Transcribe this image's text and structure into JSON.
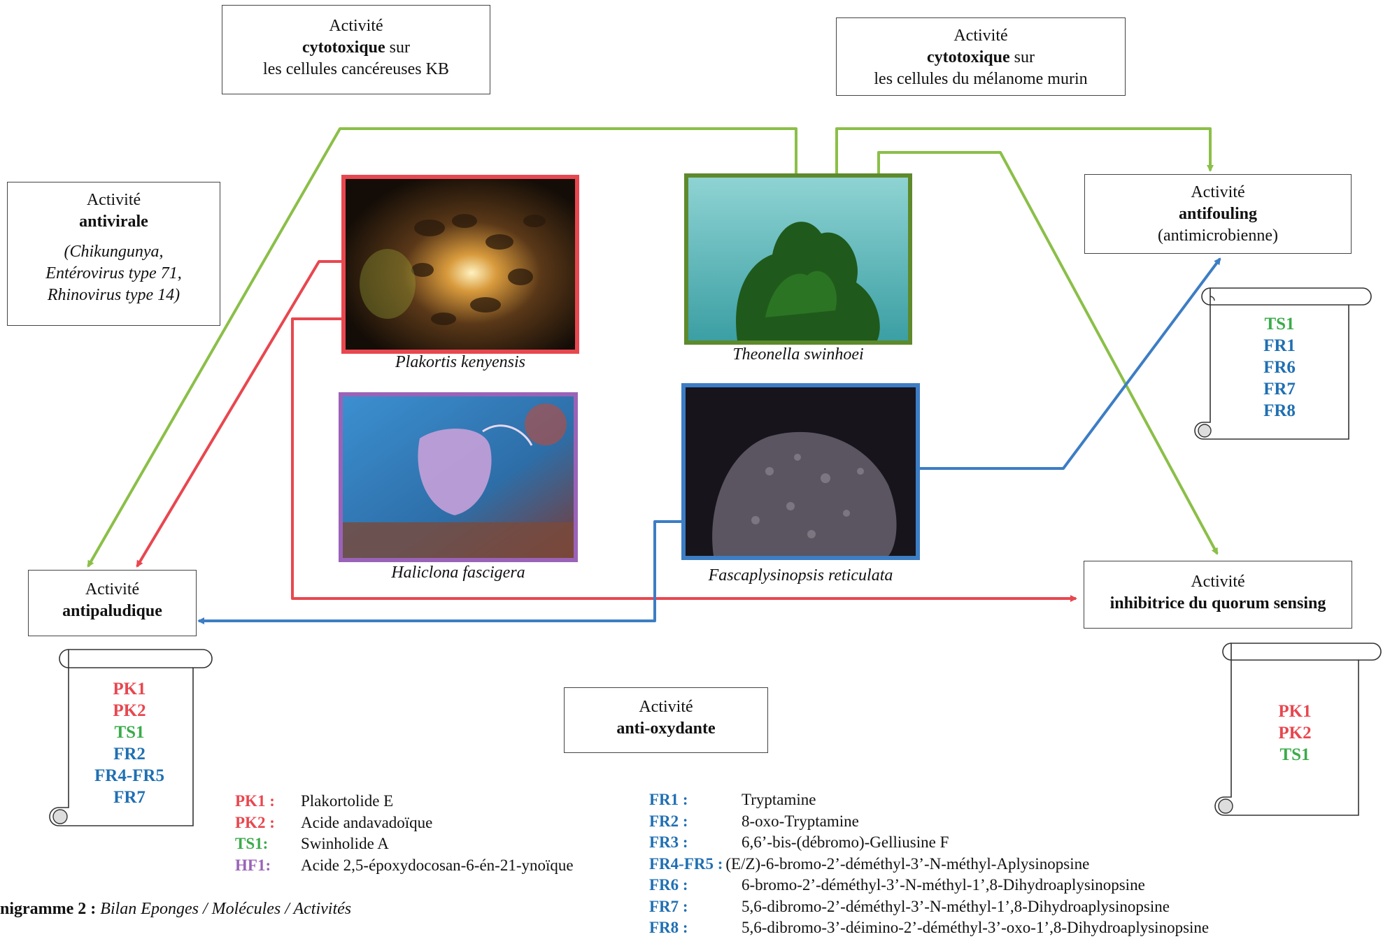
{
  "colors": {
    "plakortis": "#e8474f",
    "theonella": "#5e8a2c",
    "haliclona": "#9a63b8",
    "fascaplysinopsis": "#3d7dc4",
    "arrow_green": "#8bbf48",
    "arrow_red": "#e8474f",
    "arrow_blue": "#3d7dc4"
  },
  "boxes": {
    "cyto_kb": {
      "line1": "Activité",
      "bold": "cytotoxique",
      "after_bold": " sur",
      "line3": "les cellules cancéreuses KB"
    },
    "cyto_melanome": {
      "line1": "Activité",
      "bold": "cytotoxique",
      "after_bold": " sur",
      "line3": "les cellules du mélanome murin"
    },
    "antivirale": {
      "line1": "Activité",
      "bold": "antivirale",
      "italic1": "(Chikungunya,",
      "italic2": "Entérovirus type 71,",
      "italic3": "Rhinovirus type 14)"
    },
    "antifouling": {
      "line1": "Activité",
      "bold": "antifouling",
      "line3": "(antimicrobienne)"
    },
    "antipaludique": {
      "line1": "Activité",
      "bold": "antipaludique"
    },
    "quorum": {
      "line1": "Activité",
      "bold": "inhibitrice du quorum sensing"
    },
    "antioxydante": {
      "line1": "Activité",
      "bold": "anti-oxydante"
    }
  },
  "sponges": {
    "plakortis": "Plakortis kenyensis",
    "theonella": "Theonella swinhoei",
    "haliclona": "Haliclona fascigera",
    "fascaplysinopsis": "Fascaplysinopsis reticulata"
  },
  "scrolls": {
    "antifouling": [
      {
        "code": "TS1",
        "color": "green"
      },
      {
        "code": "FR1",
        "color": "blue"
      },
      {
        "code": "FR6",
        "color": "blue"
      },
      {
        "code": "FR7",
        "color": "blue"
      },
      {
        "code": "FR8",
        "color": "blue"
      }
    ],
    "antipaludique": [
      {
        "code": "PK1",
        "color": "red"
      },
      {
        "code": "PK2",
        "color": "red"
      },
      {
        "code": "TS1",
        "color": "green"
      },
      {
        "code": "FR2",
        "color": "blue"
      },
      {
        "code": "FR4-FR5",
        "color": "blue"
      },
      {
        "code": "FR7",
        "color": "blue"
      }
    ],
    "quorum": [
      {
        "code": "PK1",
        "color": "red"
      },
      {
        "code": "PK2",
        "color": "red"
      },
      {
        "code": "TS1",
        "color": "green"
      }
    ]
  },
  "legend_left": [
    {
      "code": "PK1 :",
      "color": "red",
      "name": "Plakortolide E"
    },
    {
      "code": "PK2 :",
      "color": "red",
      "name": "Acide andavadoïque"
    },
    {
      "code": "TS1:",
      "color": "green",
      "name": "Swinholide A"
    },
    {
      "code": "HF1:",
      "color": "purple",
      "name": "Acide 2,5-époxydocosan-6-én-21-ynoïque"
    }
  ],
  "legend_right": [
    {
      "code": "FR1 :",
      "name": "Tryptamine"
    },
    {
      "code": "FR2 :",
      "name": "8-oxo-Tryptamine"
    },
    {
      "code": "FR3 :",
      "name": "6,6’-bis-(débromo)-Gelliusine F"
    },
    {
      "code": "FR4-FR5 :",
      "name": "(E/Z)-6-bromo-2’-déméthyl-3’-N-méthyl-Aplysinopsine"
    },
    {
      "code": "FR6 :",
      "name": "6-bromo-2’-déméthyl-3’-N-méthyl-1’,8-Dihydroaplysinopsine"
    },
    {
      "code": "FR7 :",
      "name": "5,6-dibromo-2’-déméthyl-3’-N-méthyl-1’,8-Dihydroaplysinopsine"
    },
    {
      "code": "FR8 :",
      "name": "5,6-dibromo-3’-déimino-2’-déméthyl-3’-oxo-1’,8-Dihydroaplysinopsine"
    }
  ],
  "figure_caption": {
    "label": "nigramme 2 :",
    "title": " Bilan Eponges / Molécules / Activités"
  }
}
